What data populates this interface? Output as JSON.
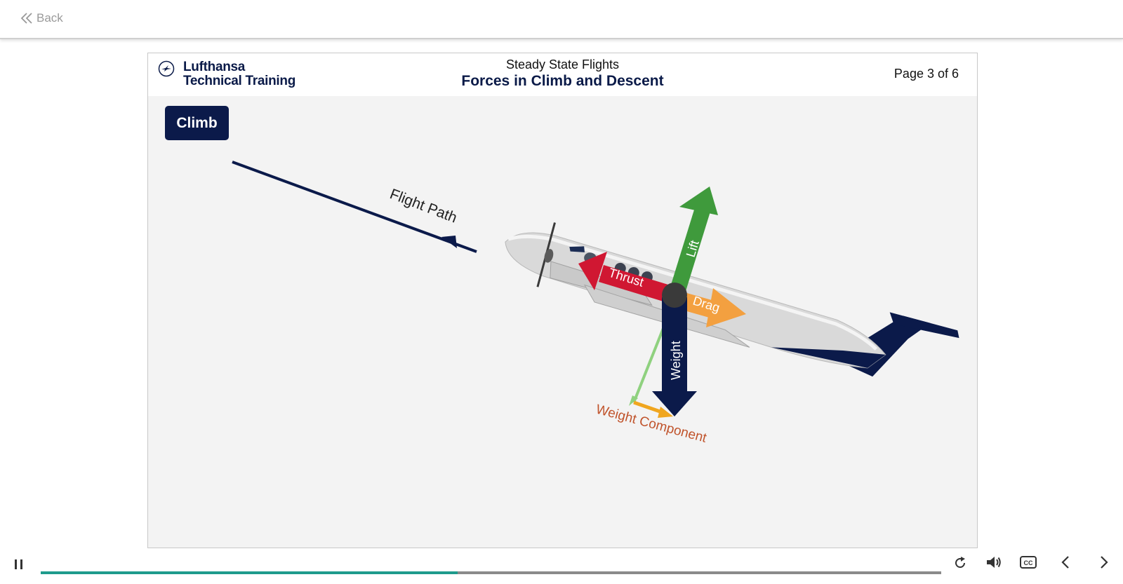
{
  "nav": {
    "back_label": "Back"
  },
  "header": {
    "logo_line1": "Lufthansa",
    "logo_line2": "Technical Training",
    "subtitle": "Steady State Flights",
    "title": "Forces in Climb and Descent",
    "page_indicator": "Page 3 of 6"
  },
  "slide": {
    "badge": "Climb",
    "labels": {
      "flight_path": "Flight Path",
      "lift": "Lift",
      "thrust": "Thrust",
      "drag": "Drag",
      "weight": "Weight",
      "weight_component": "Weight Component"
    }
  },
  "player": {
    "progress": 0.463,
    "icons": [
      "pause-icon",
      "replay-icon",
      "volume-icon",
      "captions-icon",
      "previous-icon",
      "next-icon"
    ]
  },
  "colors": {
    "navy": "#0b1a4a",
    "lift_green": "#3f9a3c",
    "thrust_red": "#d01732",
    "drag_orange": "#f3a040",
    "weight_component": "#c0532b",
    "progress_teal": "#1f9b8c"
  }
}
